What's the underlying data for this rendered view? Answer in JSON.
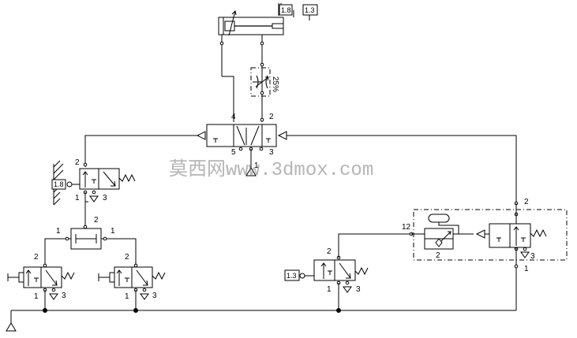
{
  "sensor_tags": {
    "top_left": "1.8",
    "top_right": "1.3",
    "left_valve": "1.8",
    "bottom_valve": "1.3"
  },
  "throttle": {
    "percent": "25%"
  },
  "main_valve": {
    "port_4": "4",
    "port_2": "2",
    "port_5": "5",
    "port_3": "3",
    "port_1": "1"
  },
  "left_valve": {
    "port_2": "2",
    "port_1": "1",
    "port_3": "3"
  },
  "shuttle": {
    "port_2": "2",
    "port_1_left": "1",
    "port_1_right": "1"
  },
  "button_left": {
    "port_2": "2",
    "port_1": "1",
    "port_3": "3"
  },
  "button_right": {
    "port_2": "2",
    "port_1": "1",
    "port_3": "3"
  },
  "bottom_valve": {
    "port_2": "2",
    "port_1": "1",
    "port_3": "3"
  },
  "timer_group": {
    "port_12": "12",
    "port_2_top": "2",
    "port_2_inner": "2",
    "port_3": "3",
    "port_1": "1"
  },
  "watermark": {
    "text": "莫西网www.3dmox.com"
  }
}
